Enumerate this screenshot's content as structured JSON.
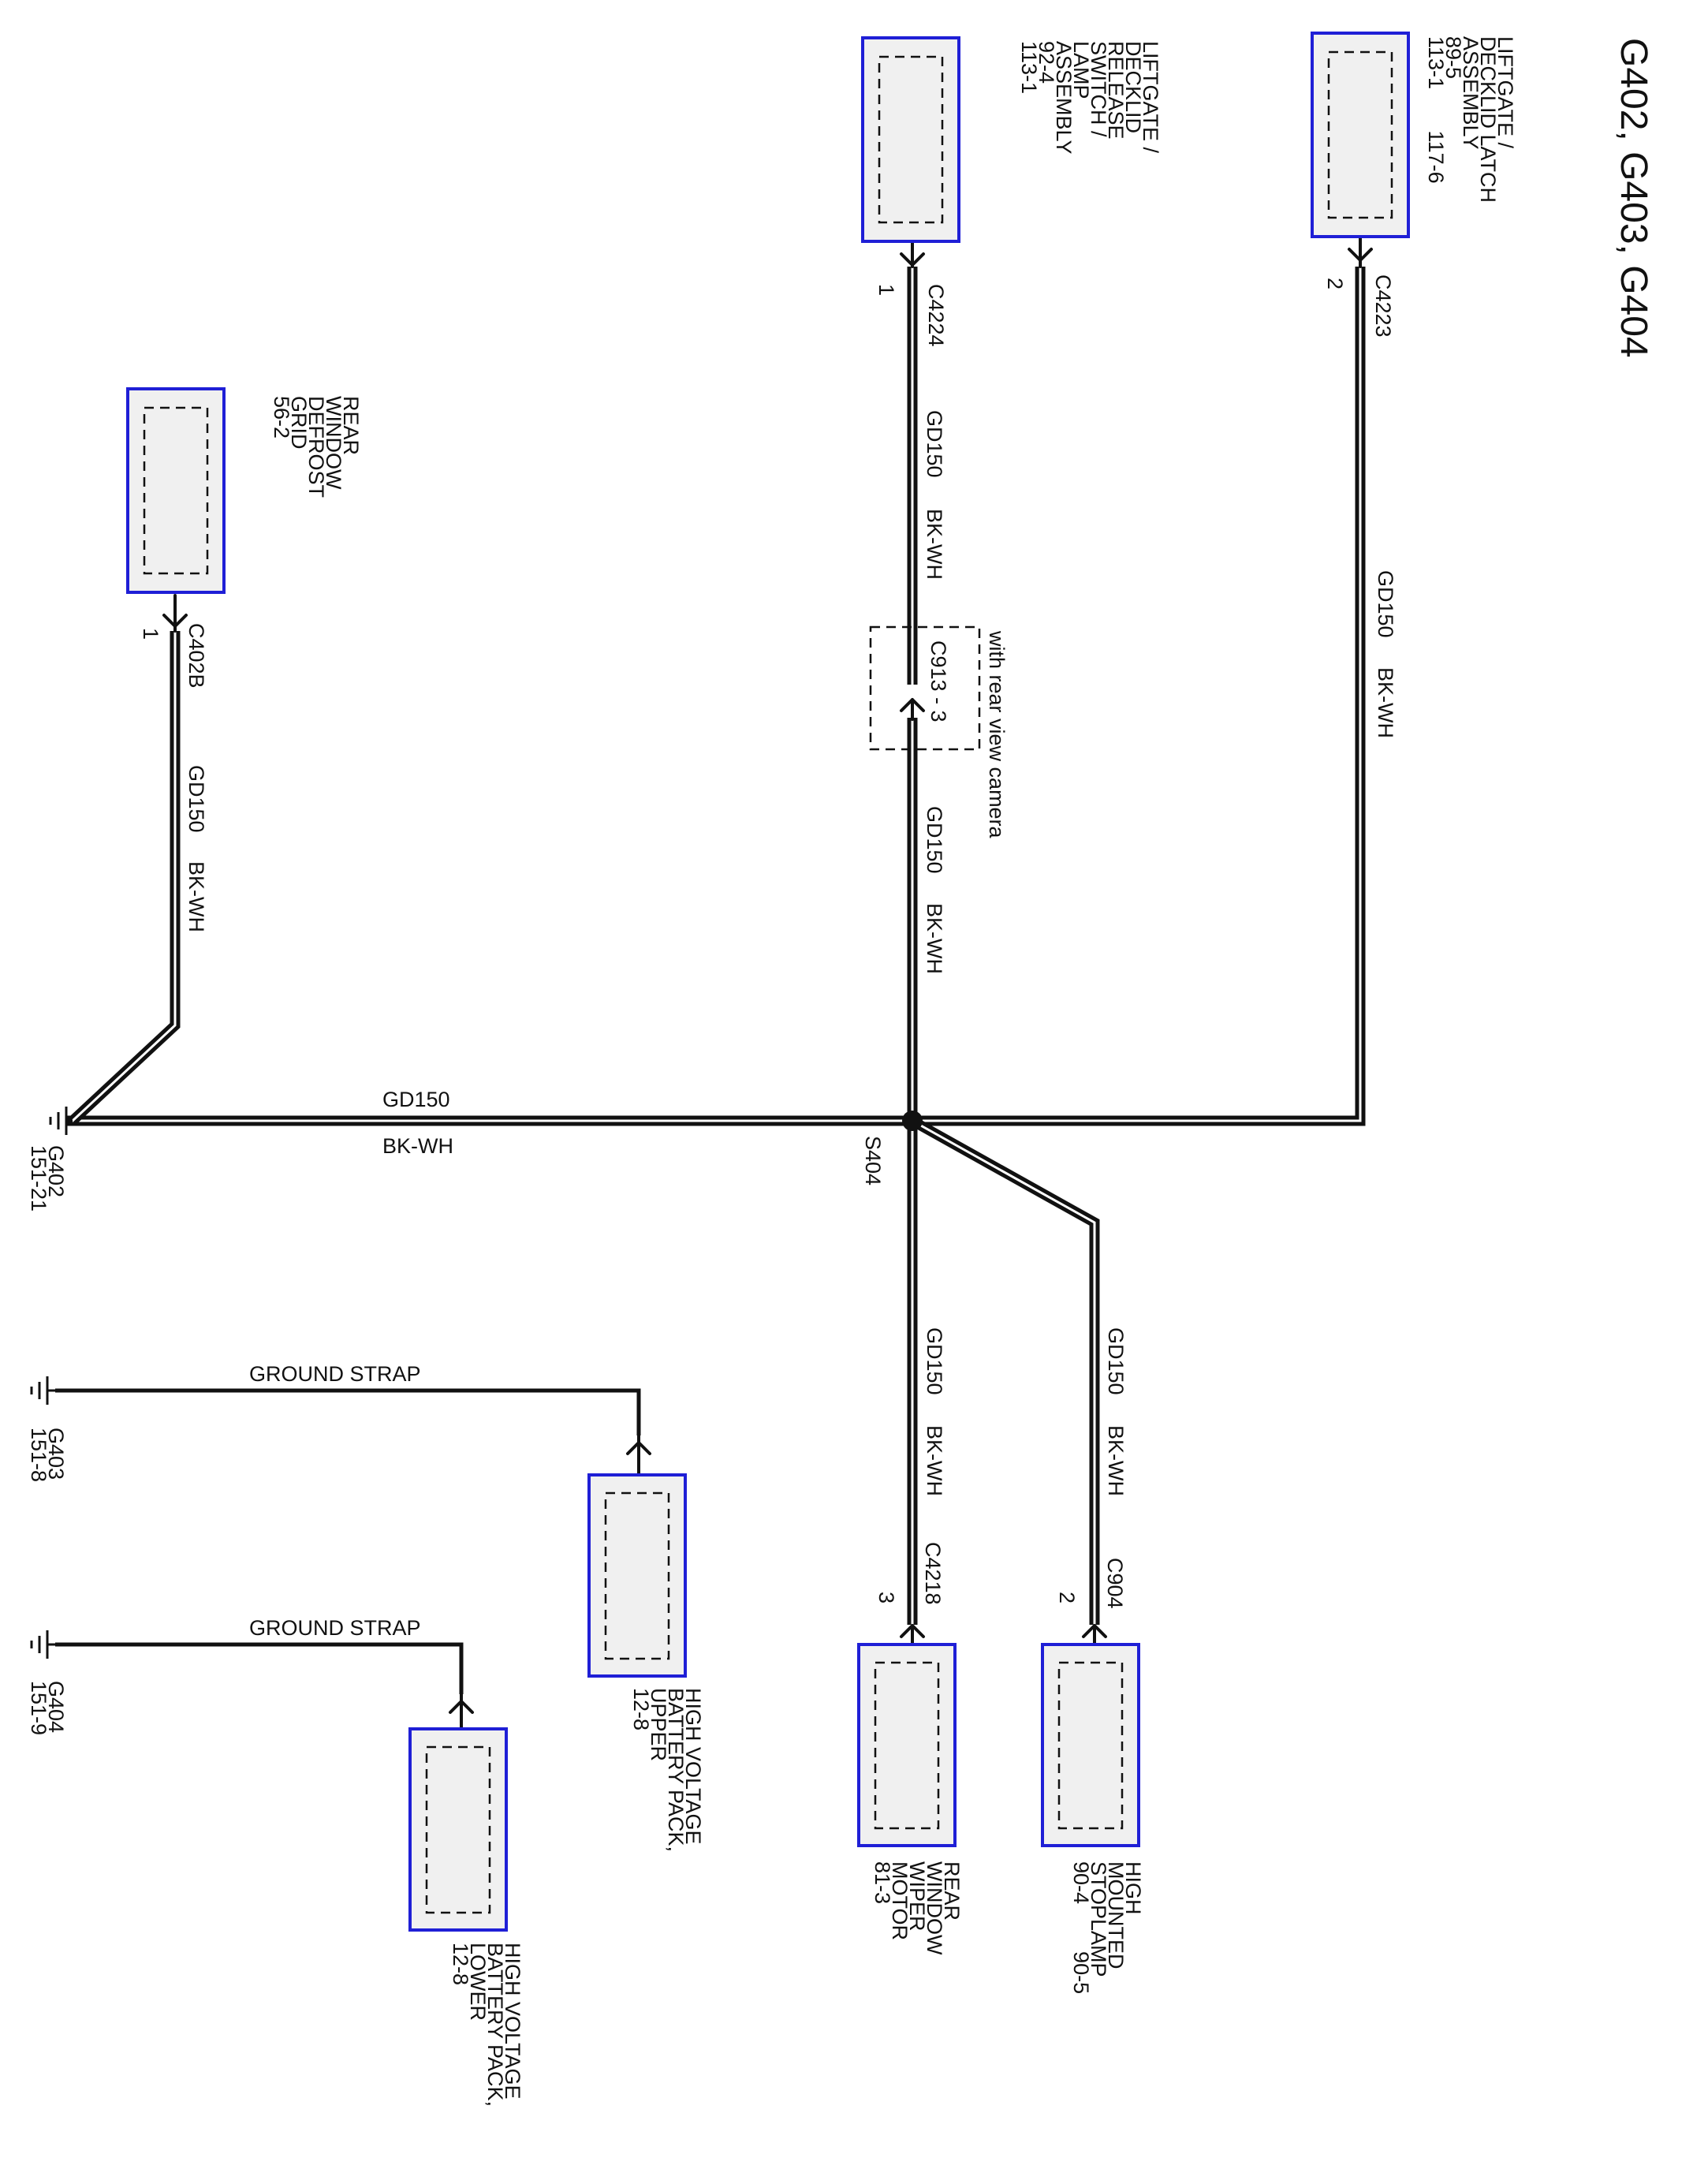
{
  "title": "G402, G403, G404",
  "colors": {
    "component_border": "#1f1fd6",
    "component_fill": "#f0f0f0",
    "wire": "#111111"
  },
  "components": {
    "liftgate_release_switch": {
      "lines": [
        "LIFTGATE /",
        "DECKLID",
        "RELEASE",
        "SWITCH /",
        "LAMP",
        "ASSEMBLY",
        "92-4",
        "113-1"
      ],
      "connector": "C4224",
      "pin": "1"
    },
    "liftgate_latch": {
      "lines": [
        "LIFTGATE /",
        "DECKLID LATCH",
        "ASSEMBLY",
        "89-5",
        "113-1       117-6"
      ],
      "connector": "C4223",
      "pin": "2"
    },
    "rear_window_defrost": {
      "lines": [
        "REAR",
        "WINDOW",
        "DEFROST",
        "GRID",
        "56-2"
      ],
      "connector": "C402B",
      "pin": "1"
    },
    "rear_window_wiper": {
      "lines": [
        "REAR",
        "WINDOW",
        "WIPER",
        "MOTOR",
        "81-3"
      ],
      "connector": "C4218",
      "pin": "3"
    },
    "high_mounted_stoplamp": {
      "lines": [
        "HIGH",
        "MOUNTED",
        "STOPLAMP",
        "90-4        90-5"
      ],
      "connector": "C904",
      "pin": "2"
    },
    "hv_battery_upper": {
      "lines": [
        "HIGH VOLTAGE",
        "BATTERY PACK,",
        "UPPER",
        "12-8"
      ]
    },
    "hv_battery_lower": {
      "lines": [
        "HIGH VOLTAGE",
        "BATTERY PACK,",
        "LOWER",
        "12-8"
      ]
    }
  },
  "inline_connector": {
    "id": "C913 - 3",
    "note": "with rear view camera"
  },
  "splice": "S404",
  "circuit": {
    "id": "GD150",
    "color": "BK-WH"
  },
  "grounds": {
    "g402": {
      "name": "G402",
      "ref": "151-21"
    },
    "g403": {
      "name": "G403",
      "ref": "151-8",
      "strap": "GROUND STRAP"
    },
    "g404": {
      "name": "G404",
      "ref": "151-9",
      "strap": "GROUND STRAP"
    }
  }
}
